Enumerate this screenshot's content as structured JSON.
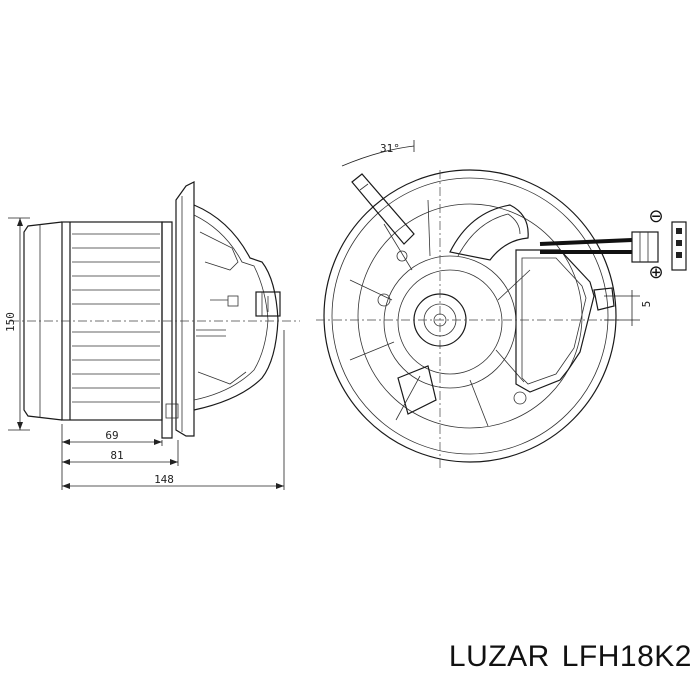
{
  "dimensions": {
    "height_150": "150",
    "length_69": "69",
    "length_81": "81",
    "length_148": "148",
    "angle": "31°",
    "offset": "5"
  },
  "terminals": {
    "negative": "⊖",
    "positive": "⊕"
  },
  "caption": {
    "brand": "LUZAR",
    "part_number": "LFH18K2"
  }
}
